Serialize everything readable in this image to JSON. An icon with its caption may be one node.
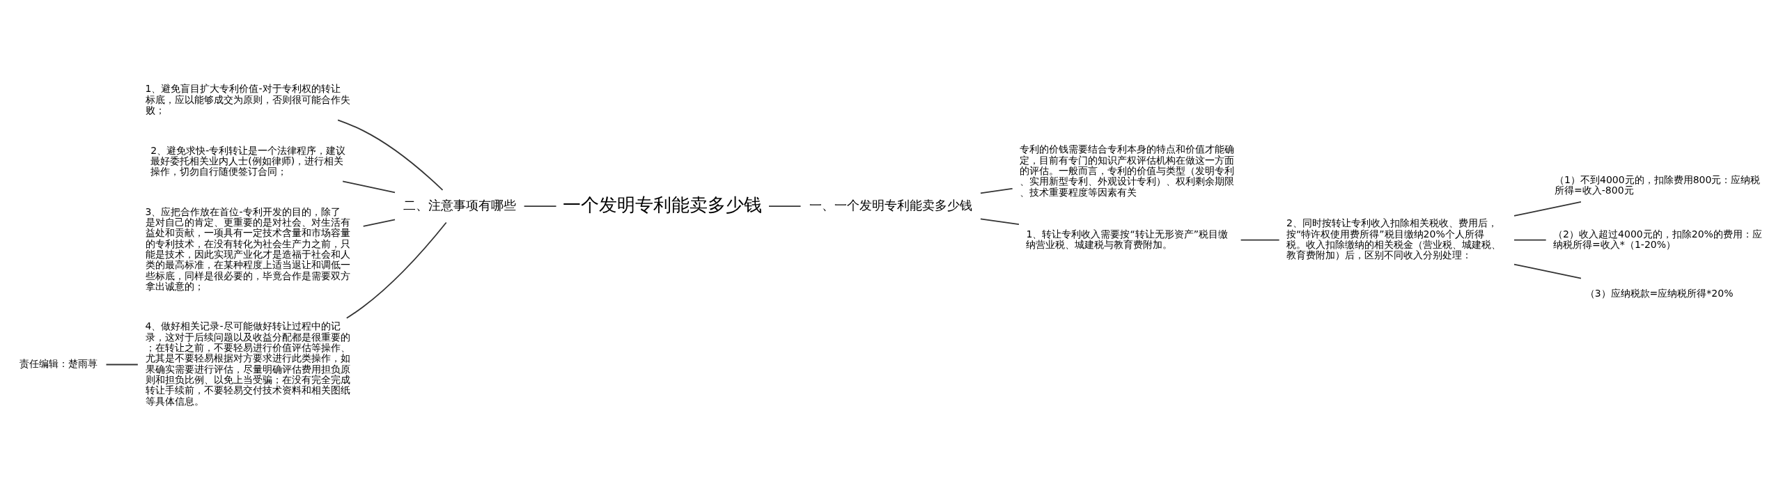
{
  "diagram": {
    "nodes": [
      {
        "text": [
          "一个发明专利能卖多少钱"
        ]
      },
      {
        "text": [
          "二、注意事项有哪些"
        ]
      },
      {
        "text": [
          "1、避免盲目扩大专利价值-对于专利权的转让标底，应以能够成交为原则，否则很可能合作失败；"
        ]
      },
      {
        "text": [
          "2、避免求快-专利转让是一个法律程序，建议最好委托相关业内人士(例如律师)，进行相关操作，切勿自行随便签订合同；"
        ]
      },
      {
        "text": [
          "3、应把合作放在首位-专利开发的目的，除了是对自己的肯定、更重要的是对社会、对生活有益处和贡献，一项具有一定技术含量和市场容量的专利技术，在没有转化为社会生产力之前，只能是技术，因此实现产业化才是造福于社会和人类的最高标准，在某种程度上适当退让和调低一些标底，同样是很必要的，毕竟合作是需要双方拿出诚意的；"
        ]
      },
      {
        "text": [
          "4、做好相关记录-尽可能做好转让过程中的记录，这对于后续问题以及收益分配都是很重要的；在转让之前，不要轻易进行价值评估等操作、尤其是不要轻易根据对方要求进行此类操作，如果确实需要进行评估，尽量明确评估费用担负原则和担负比例、以免上当受骗；在没有完全完成转让手续前，不要轻易交付技术资料和相关图纸等具体信息。"
        ]
      },
      {
        "text": [
          "责任编辑：楚雨荨"
        ]
      },
      {
        "text": [
          "一、一个发明专利能卖多少钱"
        ]
      },
      {
        "text": [
          "专利的价钱需要结合专利本身的特点和价值才能确定，目前有专门的知识产权评估机构在做这一方面的评估。一般而言，专利的价值与类型（发明专利、实用新型专利、外观设计专利）、权利剩余期限、技术重要程度等因素有关"
        ]
      },
      {
        "text": [
          "1、转让专利收入需要按“转让无形资产”税目缴纳营业税、城建税与教育费附加。"
        ]
      },
      {
        "text": [
          "2、同时按转让专利收入扣除相关税收、费用后，按“特许权使用费所得”税目缴纳20%个人所得税。收入扣除缴纳的相关税金（营业税、城建税、教育费附加）后，区别不同收入分别处理："
        ]
      },
      {
        "text": [
          "（1）不到4000元的，扣除费用800元：应纳税所得=收入-800元"
        ]
      },
      {
        "text": [
          "（2）收入超过4000元的，扣除20%的费用：应纳税所得=收入*（1-20%）"
        ]
      },
      {
        "text": [
          "（3）应纳税款=应纳税所得*20%"
        ]
      }
    ],
    "edges": [
      {
        "from": 0,
        "to": 1,
        "arrow": "none"
      },
      {
        "from": 1,
        "to": 2,
        "arrow": "none"
      },
      {
        "from": 1,
        "to": 3,
        "arrow": "none"
      },
      {
        "from": 1,
        "to": 4,
        "arrow": "none"
      },
      {
        "from": 1,
        "to": 5,
        "arrow": "none"
      },
      {
        "from": 5,
        "to": 6,
        "arrow": "none"
      },
      {
        "from": 0,
        "to": 7,
        "arrow": "none"
      },
      {
        "from": 7,
        "to": 8,
        "arrow": "none"
      },
      {
        "from": 7,
        "to": 9,
        "arrow": "none"
      },
      {
        "from": 9,
        "to": 10,
        "arrow": "none"
      },
      {
        "from": 10,
        "to": 11,
        "arrow": "none"
      },
      {
        "from": 10,
        "to": 12,
        "arrow": "none"
      },
      {
        "from": 10,
        "to": 13,
        "arrow": "none"
      }
    ]
  }
}
